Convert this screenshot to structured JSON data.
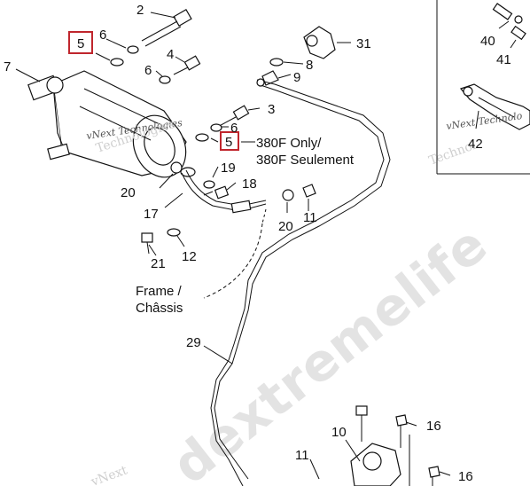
{
  "watermarks": {
    "main": "dextremelife",
    "vnext_a": "vNext Technologies",
    "vnext_b": "Technologies",
    "vnext_c": "vNext Technolo",
    "vnext_d": "Technol",
    "corner": "vNext"
  },
  "callouts": {
    "c2": "2",
    "c3": "3",
    "c4": "4",
    "c5a": "5",
    "c5b": "5",
    "c6a": "6",
    "c6b": "6",
    "c6c": "6",
    "c7": "7",
    "c8": "8",
    "c9": "9",
    "c10": "10",
    "c11a": "11",
    "c11b": "11",
    "c12": "12",
    "c16a": "16",
    "c16b": "16",
    "c17": "17",
    "c18": "18",
    "c19": "19",
    "c20a": "20",
    "c20b": "20",
    "c21": "21",
    "c29": "29",
    "c31": "31",
    "c40": "40",
    "c41": "41",
    "c42": "42"
  },
  "notes": {
    "only_en": "380F Only/",
    "only_fr": "380F Seulement",
    "frame_en": "Frame /",
    "frame_fr": "Châssis"
  },
  "highlight_color": "#c0262d"
}
